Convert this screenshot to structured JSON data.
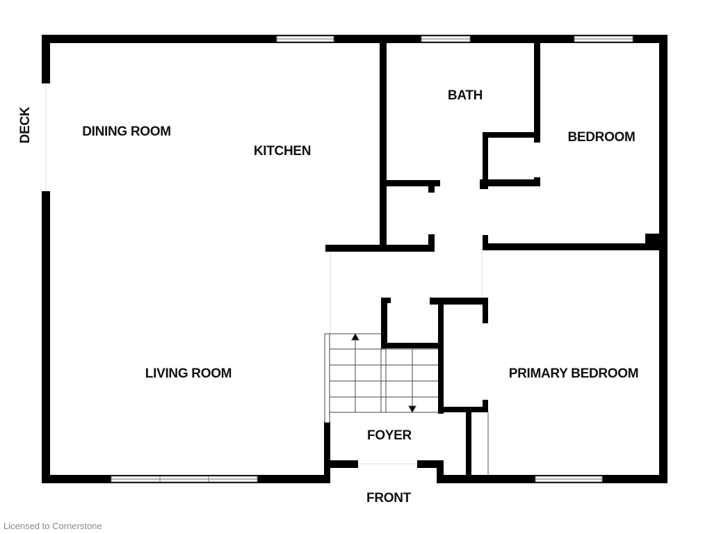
{
  "rooms": {
    "dining_room": "DINING ROOM",
    "kitchen": "KITCHEN",
    "bath": "BATH",
    "bedroom": "BEDROOM",
    "living_room": "LIVING ROOM",
    "primary_bedroom": "PRIMARY BEDROOM",
    "foyer": "FOYER"
  },
  "orientation": {
    "deck": "DECK",
    "front": "FRONT"
  },
  "watermark": "Licensed to Cornerstone",
  "colors": {
    "wall": "#000000",
    "background": "#ffffff"
  }
}
